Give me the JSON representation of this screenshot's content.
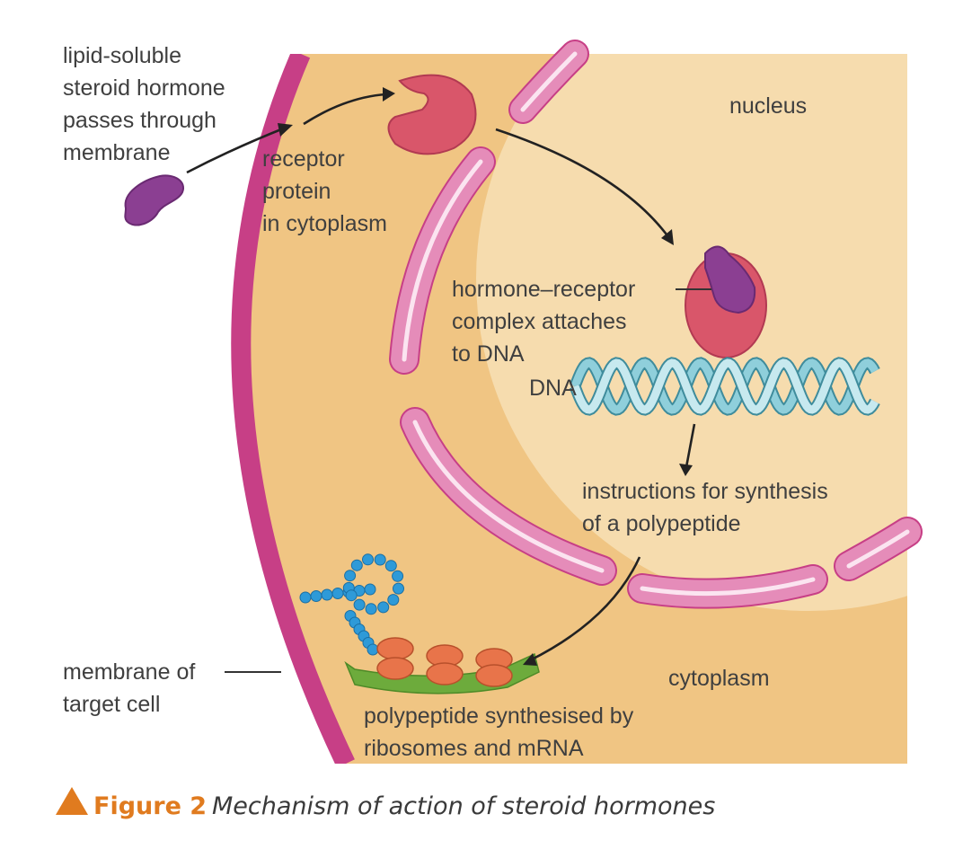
{
  "labels": {
    "hormone_line1": "lipid-soluble",
    "hormone_line2": "steroid hormone",
    "hormone_line3": "passes through",
    "hormone_line4": "membrane",
    "receptor_line1": "receptor",
    "receptor_line2": "protein",
    "receptor_line3": "in cytoplasm",
    "nucleus": "nucleus",
    "complex_line1": "hormone–receptor",
    "complex_line2": "complex attaches",
    "complex_line3": "to DNA",
    "dna": "DNA",
    "instructions_line1": "instructions for synthesis",
    "instructions_line2": "of a polypeptide",
    "membrane_line1": "membrane of",
    "membrane_line2": "target cell",
    "cytoplasm": "cytoplasm",
    "synth_line1": "polypeptide synthesised by",
    "synth_line2": "ribosomes and mRNA"
  },
  "caption": {
    "figure_label": "Figure 2",
    "text": "Mechanism of action of steroid hormones"
  },
  "colors": {
    "cytoplasm": "#f0c583",
    "nucleus": "#f6dcae",
    "membrane": "#c73f86",
    "envelope": "#e58cb9",
    "receptor": "#d9566a",
    "hormone": "#8b3f92",
    "dna": "#6fbccb",
    "ribosome": "#e8744a",
    "mrna": "#6dab3c",
    "polypeptide": "#2e9ad8",
    "caption_accent": "#e07b1f"
  }
}
